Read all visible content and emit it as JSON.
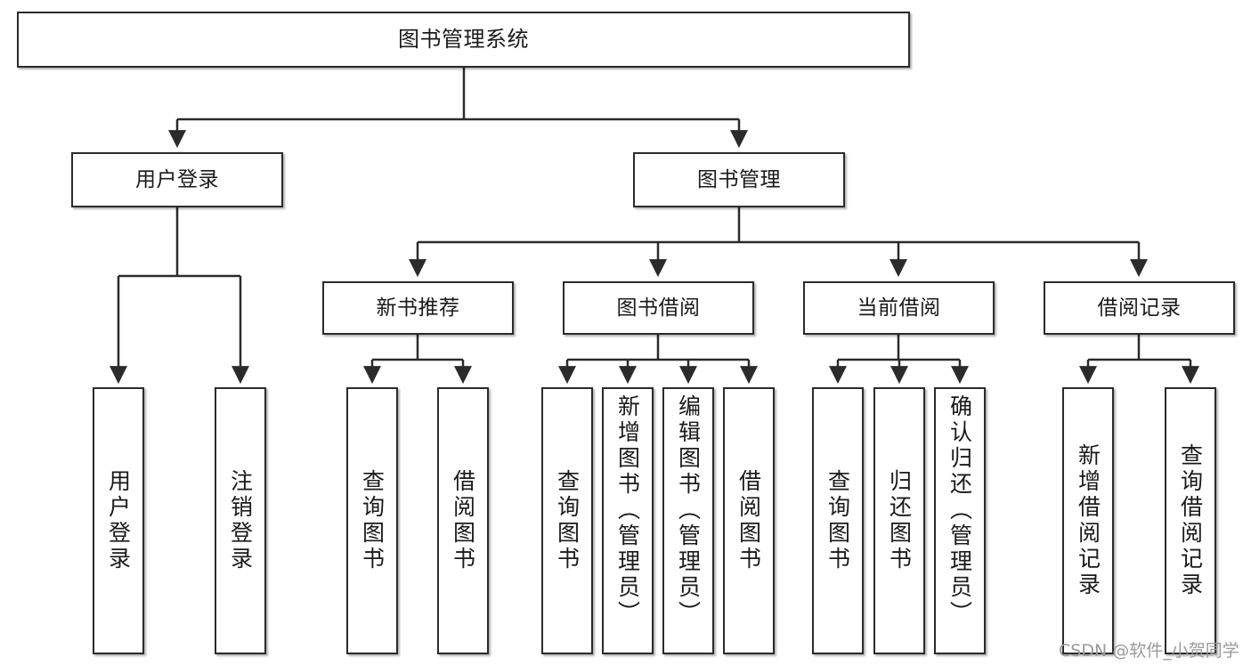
{
  "diagram": {
    "title": "图书管理系统",
    "type": "tree-hierarchy",
    "root": {
      "id": "root",
      "label": "图书管理系统"
    },
    "level2": [
      {
        "id": "user-login",
        "label": "用户登录"
      },
      {
        "id": "book-manage",
        "label": "图书管理"
      }
    ],
    "level3": [
      {
        "id": "new-book-rec",
        "label": "新书推荐",
        "parent": "book-manage"
      },
      {
        "id": "book-borrow",
        "label": "图书借阅",
        "parent": "book-manage"
      },
      {
        "id": "current-borrow",
        "label": "当前借阅",
        "parent": "book-manage"
      },
      {
        "id": "borrow-record",
        "label": "借阅记录",
        "parent": "book-manage"
      }
    ],
    "leaves": [
      {
        "id": "leaf-user-login",
        "label": "用户登录",
        "parent": "user-login"
      },
      {
        "id": "leaf-logout",
        "label": "注销登录",
        "parent": "user-login"
      },
      {
        "id": "leaf-query-book-1",
        "label": "查询图书",
        "parent": "new-book-rec"
      },
      {
        "id": "leaf-borrow-book-1",
        "label": "借阅图书",
        "parent": "new-book-rec"
      },
      {
        "id": "leaf-query-book-2",
        "label": "查询图书",
        "parent": "book-borrow"
      },
      {
        "id": "leaf-add-book",
        "label": "新增图书（管理员）",
        "parent": "book-borrow"
      },
      {
        "id": "leaf-edit-book",
        "label": "编辑图书（管理员）",
        "parent": "book-borrow"
      },
      {
        "id": "leaf-borrow-book-2",
        "label": "借阅图书",
        "parent": "book-borrow"
      },
      {
        "id": "leaf-query-book-3",
        "label": "查询图书",
        "parent": "current-borrow"
      },
      {
        "id": "leaf-return-book",
        "label": "归还图书",
        "parent": "current-borrow"
      },
      {
        "id": "leaf-confirm-return",
        "label": "确认归还（管理员）",
        "parent": "current-borrow"
      },
      {
        "id": "leaf-add-record",
        "label": "新增借阅记录",
        "parent": "borrow-record"
      },
      {
        "id": "leaf-query-record",
        "label": "查询借阅记录",
        "parent": "borrow-record"
      }
    ]
  },
  "watermark": {
    "text": "CSDN @软件_小贺同学"
  },
  "colors": {
    "stroke": "#2b2b2b",
    "fill": "#ffffff",
    "text": "#1a1a1a",
    "watermark": "#9a9a9a"
  }
}
